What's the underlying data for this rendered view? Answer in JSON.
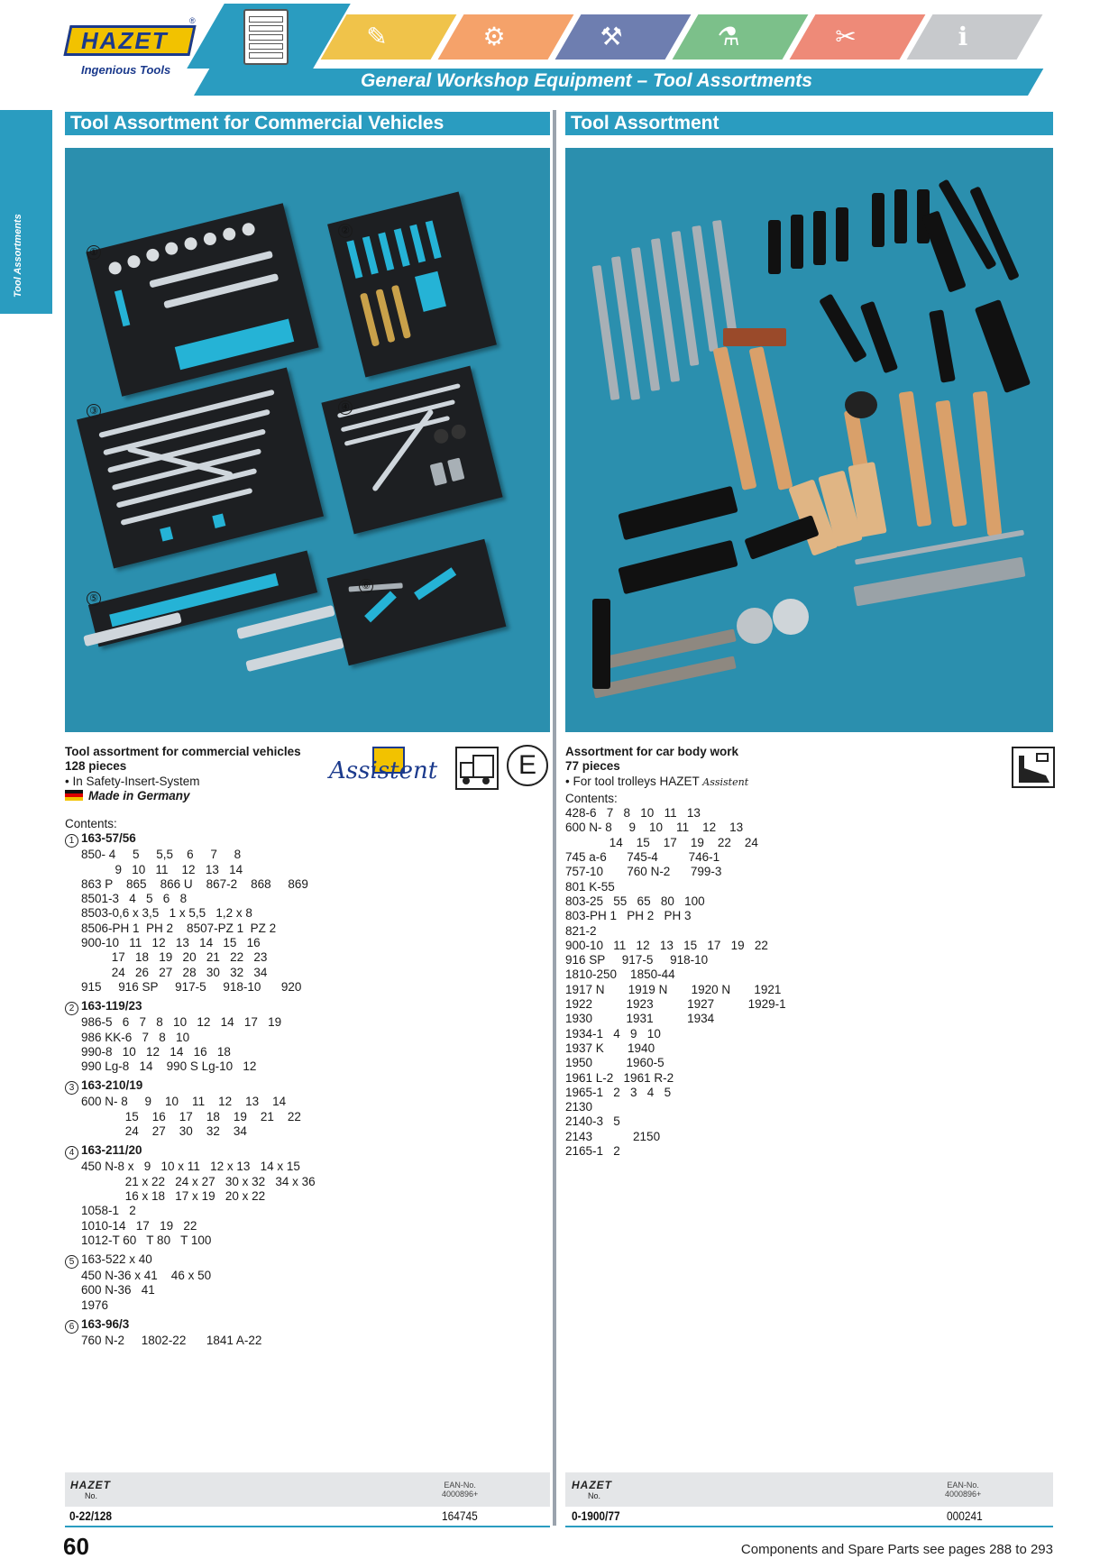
{
  "header": {
    "brand": "HAZET",
    "tagline": "Ingenious Tools",
    "title": "General Workshop Equipment – Tool Assortments",
    "side_tab": "Tool Assortments",
    "categories": [
      {
        "name": "hand-tools",
        "color": "#f0c34a",
        "glyph": "✎"
      },
      {
        "name": "sockets",
        "color": "#f5a26a",
        "glyph": "⚙"
      },
      {
        "name": "pneumatic",
        "color": "#6e7eb0",
        "glyph": "⚒"
      },
      {
        "name": "diagnostic",
        "color": "#7cc08a",
        "glyph": "⚗"
      },
      {
        "name": "measuring",
        "color": "#ee8a78",
        "glyph": "✂"
      },
      {
        "name": "info",
        "color": "#c7c9cc",
        "glyph": "ℹ"
      }
    ],
    "accent_color": "#2a9cc0"
  },
  "left": {
    "section_title": "Tool Assortment for Commercial Vehicles",
    "tray_numbers": [
      "①",
      "②",
      "③",
      "④",
      "⑤",
      "⑥"
    ],
    "product_name": "Tool assortment for commercial vehicles",
    "pieces": "128 pieces",
    "feature": "• In Safety-Insert-System",
    "made_in": "Made in Germany",
    "assistent_logo": "Assistent",
    "e_mark": "E",
    "contents_label": "Contents:",
    "groups": [
      {
        "num": "1",
        "title": "163-57/56",
        "bold": true,
        "lines": [
          "850- 4     5     5,5    6     7     8",
          "          9   10   11    12   13   14",
          "863 P    865    866 U    867-2    868     869",
          "8501-3   4   5   6   8",
          "8503-0,6 x 3,5   1 x 5,5   1,2 x 8",
          "8506-PH 1  PH 2    8507-PZ 1  PZ 2",
          "900-10   11   12   13   14   15   16",
          "         17   18   19   20   21   22   23",
          "         24   26   27   28   30   32   34",
          "915     916 SP     917-5     918-10      920"
        ]
      },
      {
        "num": "2",
        "title": "163-119/23",
        "bold": true,
        "lines": [
          "986-5   6   7   8   10   12   14   17   19",
          "986 KK-6   7   8   10",
          "990-8   10   12   14   16   18",
          "990 Lg-8   14    990 S Lg-10   12"
        ]
      },
      {
        "num": "3",
        "title": "163-210/19",
        "bold": true,
        "lines": [
          "600 N- 8     9    10    11    12    13    14",
          "             15    16    17    18    19    21    22",
          "             24    27    30    32    34"
        ]
      },
      {
        "num": "4",
        "title": "163-211/20",
        "bold": true,
        "lines": [
          "450 N-8 x   9   10 x 11   12 x 13   14 x 15",
          "             21 x 22   24 x 27   30 x 32   34 x 36",
          "             16 x 18   17 x 19   20 x 22",
          "1058-1   2",
          "1010-14   17   19   22",
          "1012-T 60   T 80   T 100"
        ]
      },
      {
        "num": "5",
        "title": "163-522 x 40",
        "bold": false,
        "lines": [
          "450 N-36 x 41    46 x 50",
          "600 N-36   41",
          "1976"
        ]
      },
      {
        "num": "6",
        "title": "163-96/3",
        "bold": true,
        "lines": [
          "760 N-2     1802-22      1841 A-22"
        ]
      }
    ],
    "order": {
      "label_brand": "HAZET",
      "label_no": "No.",
      "label_ean": "EAN-No.",
      "ean_prefix": "4000896+",
      "no": "0-22/128",
      "ean": "164745"
    }
  },
  "right": {
    "section_title": "Tool Assortment",
    "product_name": "Assortment for car body work",
    "pieces": "77 pieces",
    "feature": "• For tool trolleys HAZET",
    "feature_logo": "Assistent",
    "contents_label": "Contents:",
    "lines": [
      "428-6   7   8   10   11   13",
      "600 N- 8     9    10    11    12    13",
      "             14    15    17    19    22    24",
      "745 a-6      745-4         746-1",
      "757-10       760 N-2      799-3",
      "801 K-55",
      "803-25   55   65   80   100",
      "803-PH 1   PH 2   PH 3",
      "821-2",
      "900-10   11   12   13   15   17   19   22",
      "916 SP     917-5     918-10",
      "1810-250    1850-44",
      "1917 N       1919 N       1920 N       1921",
      "1922          1923          1927          1929-1",
      "1930          1931          1934",
      "1934-1   4   9   10",
      "1937 K       1940",
      "1950          1960-5",
      "1961 L-2   1961 R-2",
      "1965-1   2   3   4   5",
      "2130",
      "2140-3   5",
      "2143            2150",
      "2165-1   2"
    ],
    "order": {
      "label_brand": "HAZET",
      "label_no": "No.",
      "label_ean": "EAN-No.",
      "ean_prefix": "4000896+",
      "no": "0-1900/77",
      "ean": "000241"
    }
  },
  "footer": {
    "page_number": "60",
    "note": "Components and Spare Parts see pages 288 to 293"
  }
}
